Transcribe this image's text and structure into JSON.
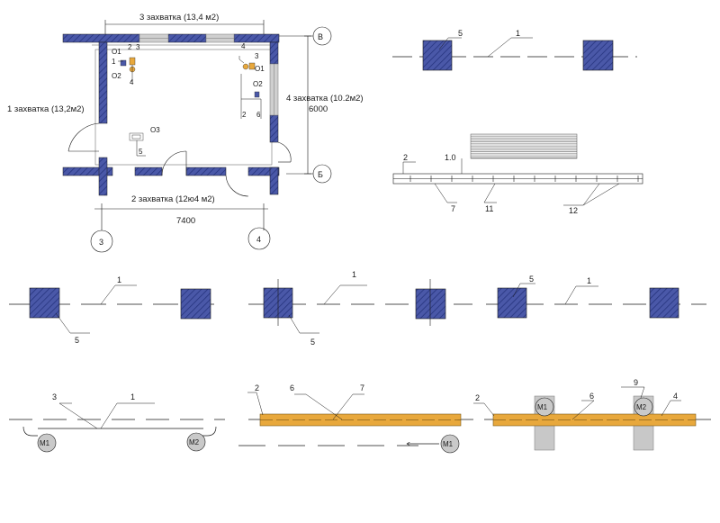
{
  "plan": {
    "zone3": "3 захватка (13,4 м2)",
    "zone1": "1 захватка (13,2м2)",
    "zone4": "4 захватка (10.2м2)",
    "zone2": "2 захватка (12ю4 м2)",
    "dim_width": "7400",
    "dim_height": "6000",
    "axis_b_top": "В",
    "axis_b_right": "Б",
    "axis_3": "3",
    "axis_4": "4",
    "n_o1_left": "О1",
    "n_o2_left": "О2",
    "n_o1_right": "О1",
    "n_o2_right": "О2",
    "n_o3": "О3",
    "n1": "1",
    "n2": "2",
    "n3": "3",
    "n4": "4",
    "n4_top": "4",
    "n3_right": "3",
    "n2_right": "2",
    "n6_right": "6",
    "n5": "5"
  },
  "detail_top_right": {
    "label5": "5",
    "label1": "1"
  },
  "stack_detail": {
    "label2": "2",
    "label10": "1.0",
    "label7": "7",
    "label11": "11",
    "label12": "12"
  },
  "row_middle": {
    "a_label1": "1",
    "a_label5": "5",
    "b_label1": "1",
    "b_label5": "5",
    "c_label5": "5",
    "c_label1": "1"
  },
  "row_bottom": {
    "a_label3": "3",
    "a_label1": "1",
    "a_m1": "М1",
    "a_m2": "М2",
    "b_label2": "2",
    "b_label6": "6",
    "b_label7": "7",
    "b_m1": "М1",
    "c_label2": "2",
    "c_label9": "9",
    "c_label4": "4",
    "c_label6": "6",
    "c_m1": "М1",
    "c_m2": "М2"
  },
  "colors": {
    "wall_fill": "#4a58a8",
    "wall_hatch": "#2d3a86",
    "beam_fill": "#e8a83c",
    "beam_stroke": "#7a5a1a",
    "motor_fill": "#c9c9c9",
    "support_fill": "#c8c8c8",
    "line": "#1a1a1a"
  }
}
